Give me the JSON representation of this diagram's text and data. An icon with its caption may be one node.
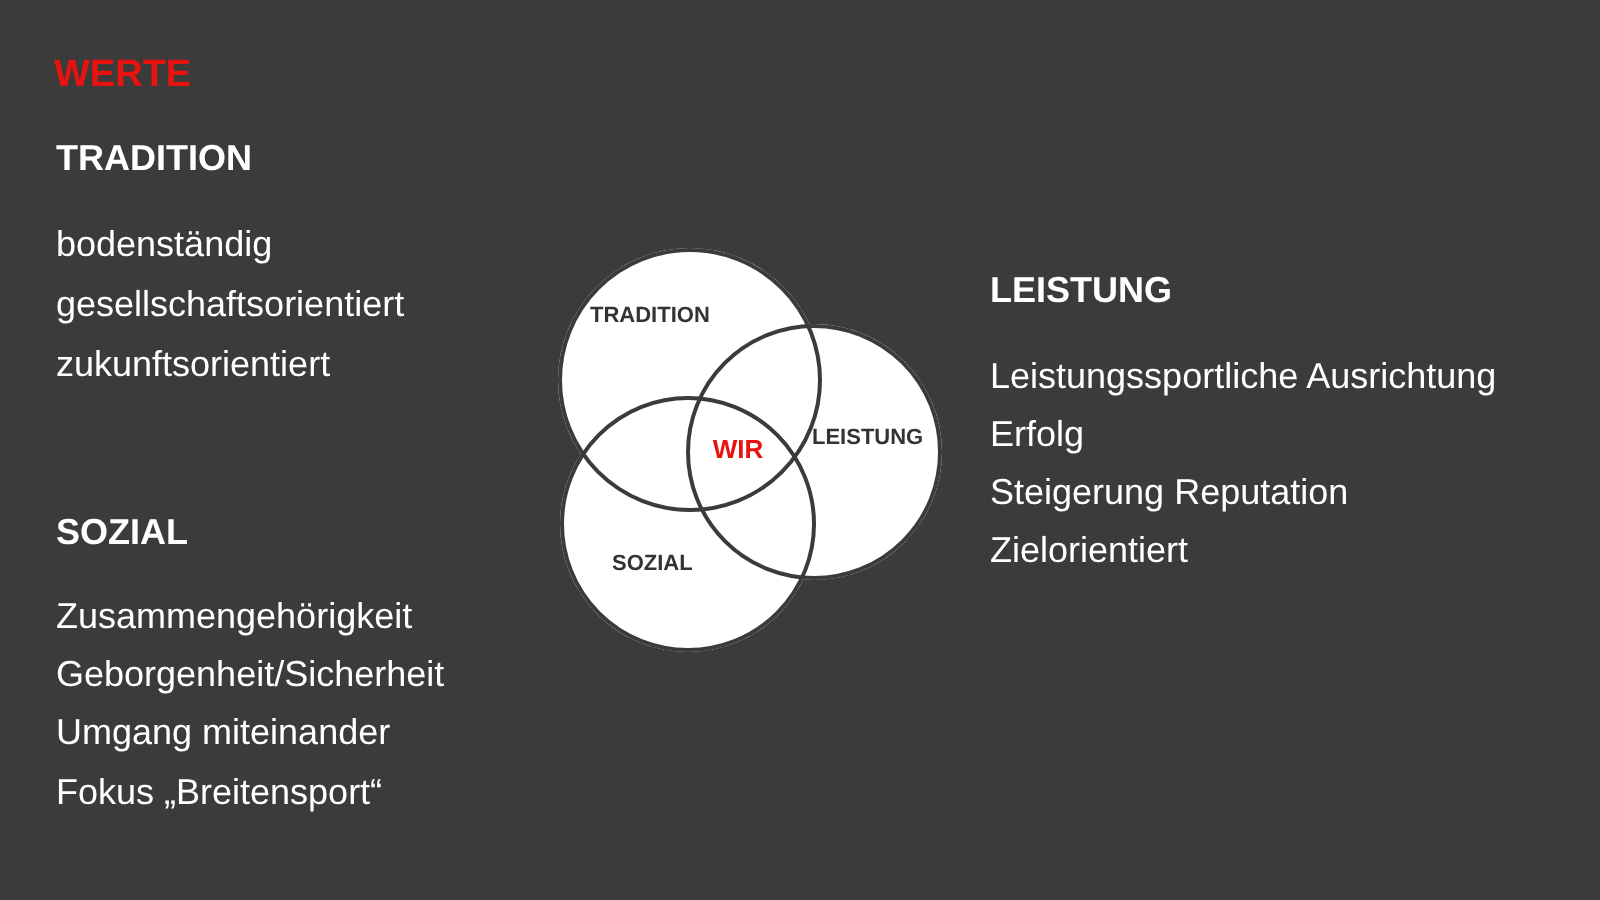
{
  "diagram": {
    "title": "WERTE",
    "nodes": [
      {
        "text": [
          "TRADITION"
        ]
      },
      {
        "text": [
          "LEISTUNG"
        ]
      },
      {
        "text": [
          "SOZIAL"
        ]
      },
      {
        "text": [
          "WIR"
        ]
      }
    ],
    "labels": [
      "TRADITION",
      "bodenständig",
      "gesellschaftsorientiert",
      "zukunftsorientiert",
      "LEISTUNG",
      "Leistungssportliche Ausrichtung",
      "Erfolg",
      "Steigerung Reputation",
      "Zielorientiert",
      "SOZIAL",
      "Zusammengehörigkeit",
      "Geborgenheit/Sicherheit",
      "Umgang miteinander",
      "Fokus „Breitensport“"
    ]
  }
}
